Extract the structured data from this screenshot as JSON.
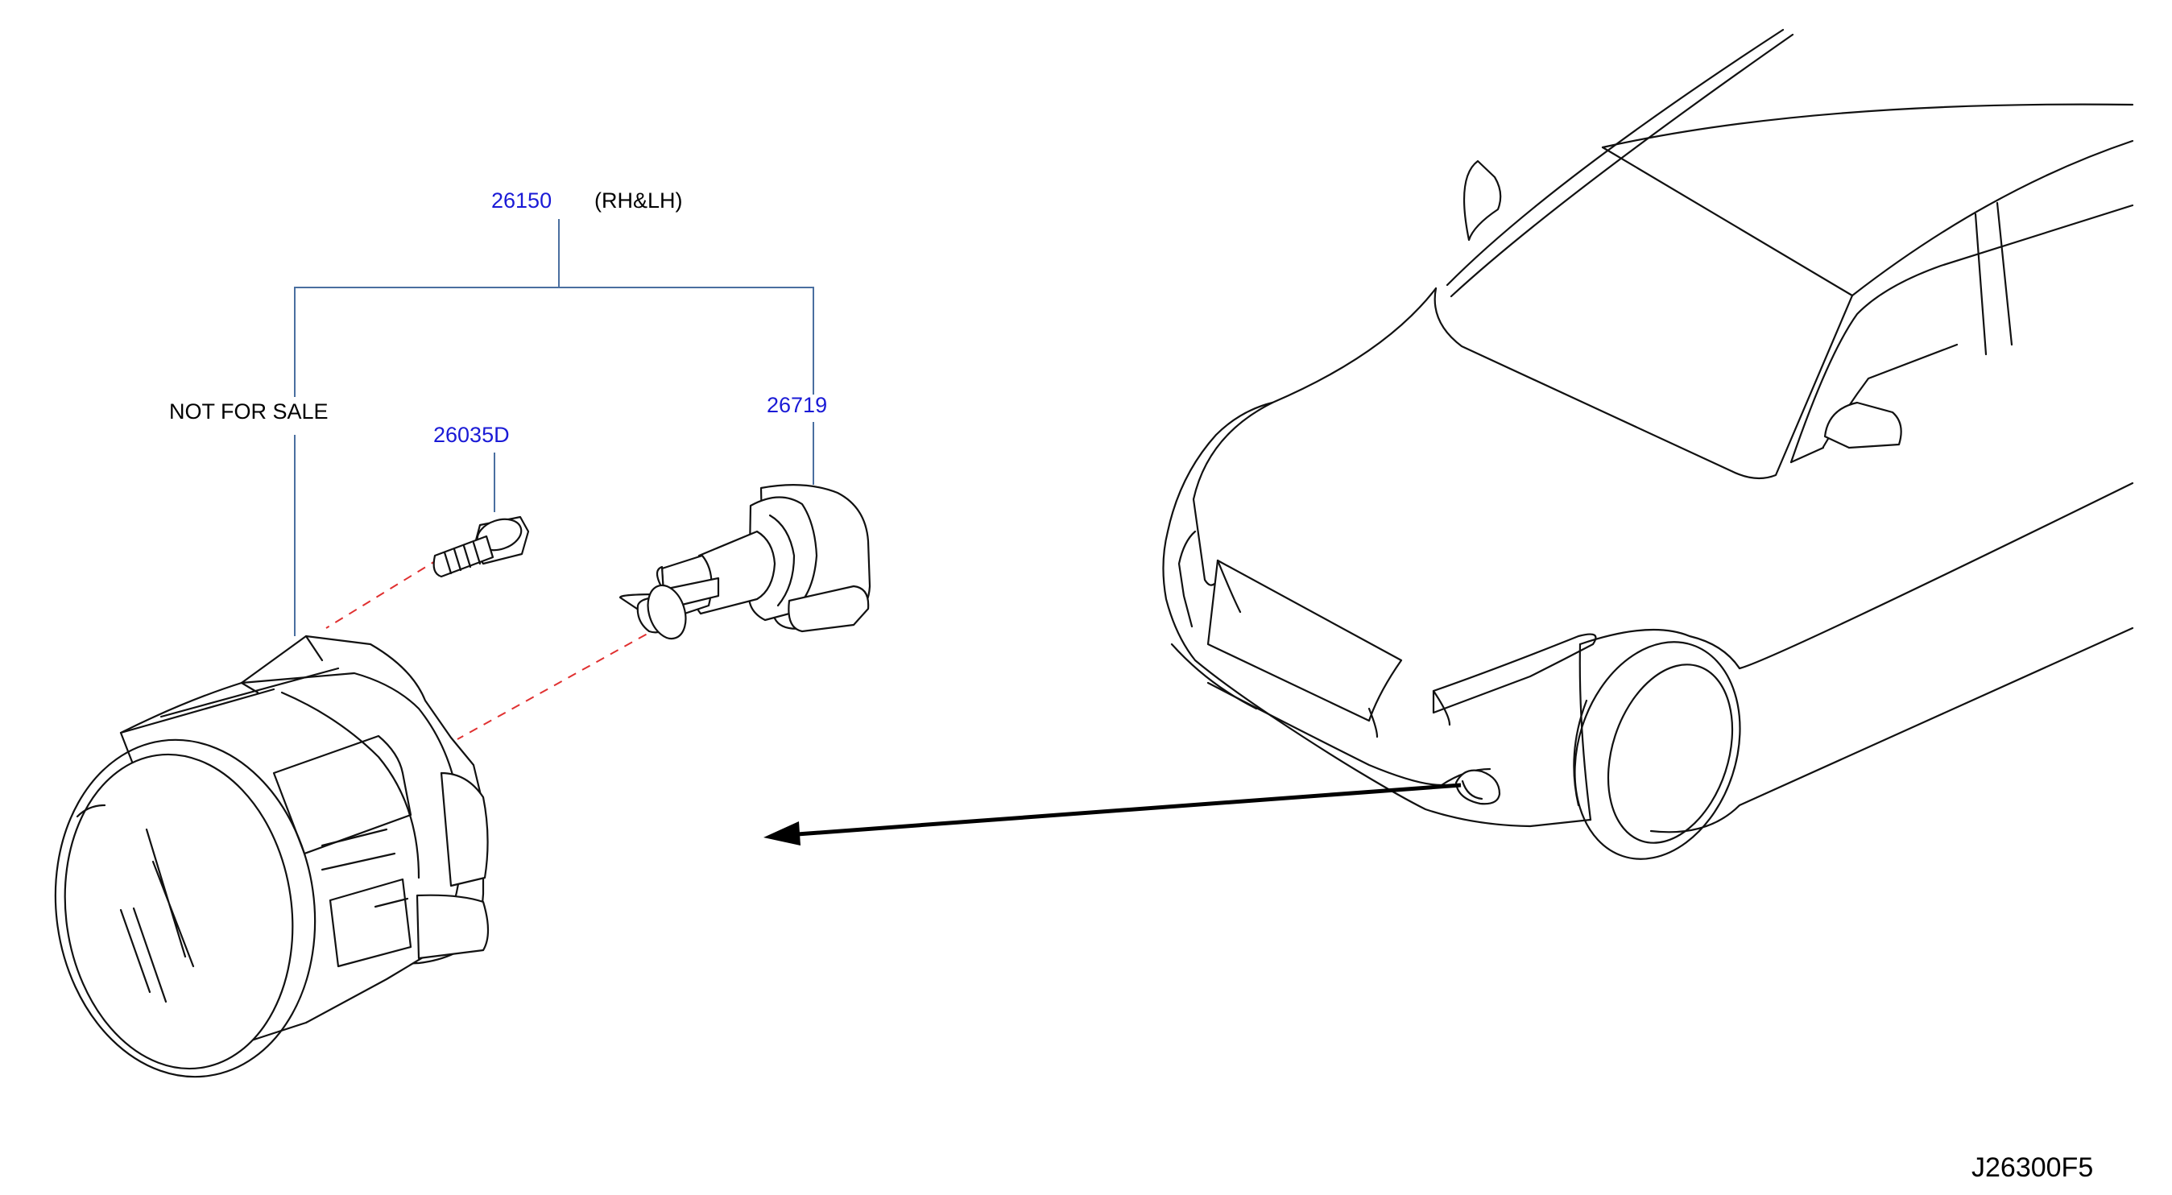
{
  "labels": {
    "assembly_part_number": "26150",
    "assembly_side_note": "(RH&LH)",
    "not_for_sale": "NOT  FOR  SALE",
    "screw_part_number": "26035D",
    "bulb_part_number": "26719",
    "diagram_reference": "J26300F5"
  },
  "colors": {
    "part_number_text": "#1a1ad6",
    "leader_lines": "#4a6fa0",
    "alignment_dashes": "#e03030",
    "line_art": "#111111"
  }
}
